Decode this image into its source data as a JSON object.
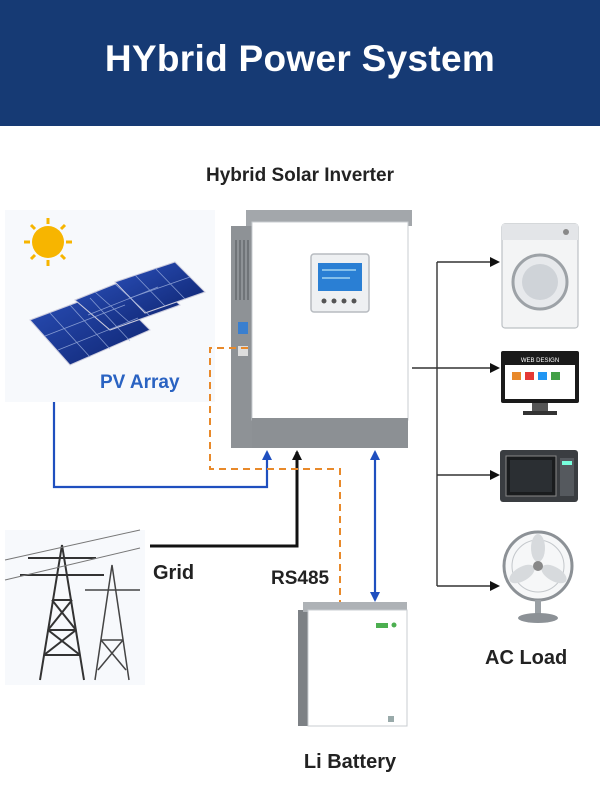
{
  "header": {
    "title": "HYbrid Power System",
    "background": "#163a74"
  },
  "inverter": {
    "label": "Hybrid Solar Inverter"
  },
  "pv_array": {
    "label": "PV Array"
  },
  "grid": {
    "label": "Grid"
  },
  "rs485": {
    "label": "RS485"
  },
  "battery": {
    "label": "Li Battery"
  },
  "ac_load": {
    "label": "AC Load",
    "devices": [
      "washing-machine",
      "computer-monitor",
      "microwave-oven",
      "electric-fan"
    ],
    "monitor_text": "WEB DESIGN"
  },
  "colors": {
    "pv_line": "#1f4fbf",
    "grid_line": "#111111",
    "comm_line": "#e8892a",
    "battery_line": "#1f4fbf",
    "load_line": "#333333"
  }
}
